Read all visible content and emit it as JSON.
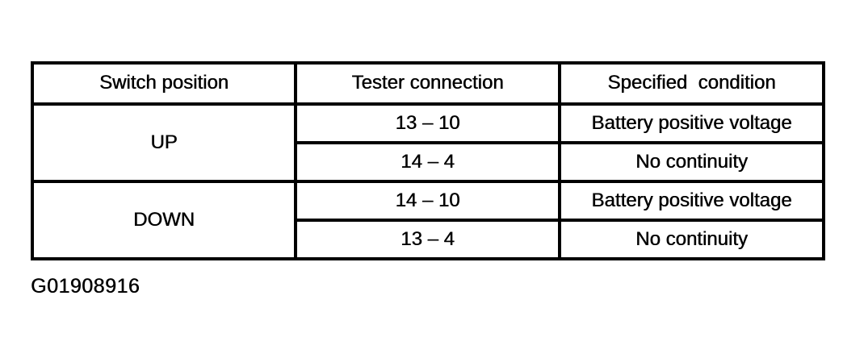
{
  "table": {
    "headers": [
      "Switch position",
      "Tester connection",
      "Specified  condition"
    ],
    "groups": [
      {
        "switch_position": "UP",
        "rows": [
          {
            "tester_connection": "13 – 10",
            "specified_condition": "Battery positive voltage"
          },
          {
            "tester_connection": "14 – 4",
            "specified_condition": "No continuity"
          }
        ]
      },
      {
        "switch_position": "DOWN",
        "rows": [
          {
            "tester_connection": "14 – 10",
            "specified_condition": "Battery positive voltage"
          },
          {
            "tester_connection": "13 – 4",
            "specified_condition": "No continuity"
          }
        ]
      }
    ]
  },
  "caption": {
    "figure_id": "G01908916"
  },
  "colors": {
    "ink": "#000000",
    "paper": "#ffffff"
  }
}
